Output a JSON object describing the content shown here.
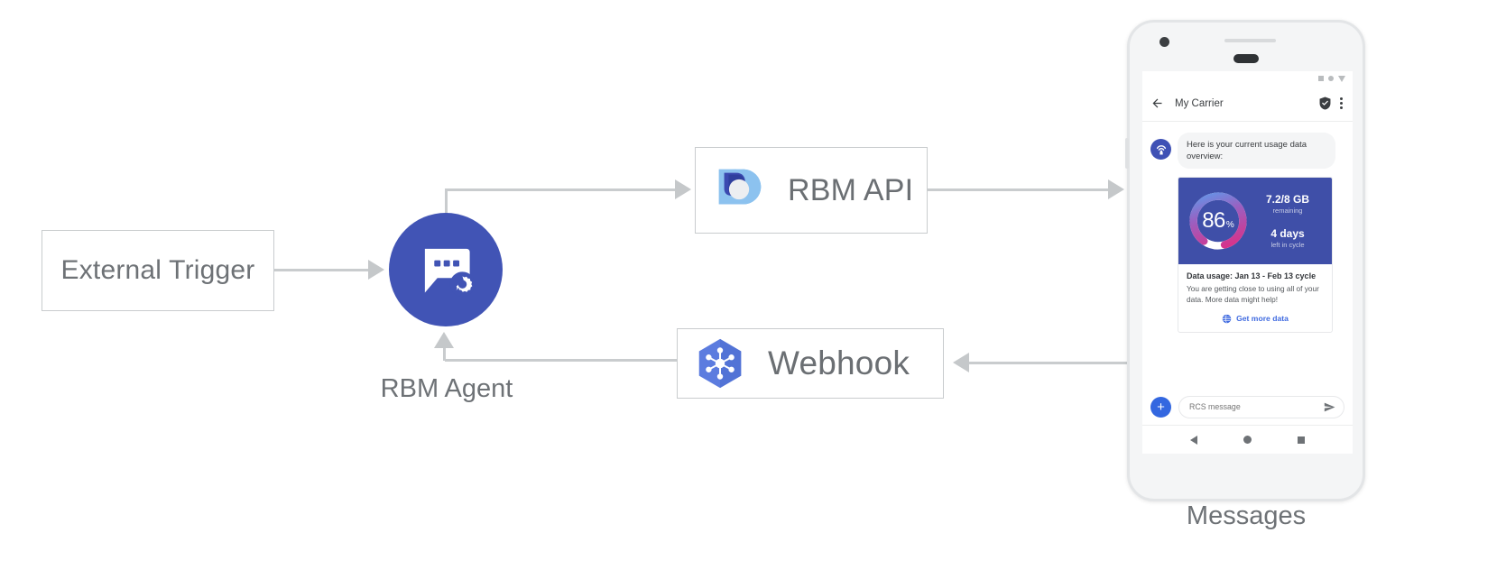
{
  "diagram": {
    "nodes": {
      "external_trigger": {
        "label": "External Trigger"
      },
      "rbm_agent": {
        "caption": "RBM Agent",
        "icon": "chat-gear-icon",
        "color": "#4154b5"
      },
      "rbm_api": {
        "label": "RBM API",
        "icon": "rbm-api-icon"
      },
      "webhook": {
        "label": "Webhook",
        "icon": "webhook-hexagon-icon"
      },
      "device": {
        "caption": "Messages"
      }
    },
    "edge_color": "#c9ccce"
  },
  "phone": {
    "status_bar": {
      "icons": [
        "square-icon",
        "circle-icon",
        "triangle-down-icon"
      ]
    },
    "app_bar": {
      "back_icon": "back-arrow-icon",
      "title": "My Carrier",
      "verified_icon": "verified-shield-icon",
      "overflow_icon": "overflow-menu-icon"
    },
    "conversation": {
      "avatar_icon": "cell-tower-icon",
      "intro_message": "Here is your current usage data overview:",
      "card": {
        "gauge": {
          "value": "86",
          "unit": "%",
          "percent": 86,
          "gradient_from": "#5b9ced",
          "gradient_mid": "#9b5fc0",
          "gradient_to": "#d6338b",
          "track_color": "#ffffff",
          "background": "#3f4fa8"
        },
        "stats": [
          {
            "primary": "7.2/8 GB",
            "secondary": "remaining"
          },
          {
            "primary": "4 days",
            "secondary": "left in cycle"
          }
        ],
        "title": "Data usage: Jan 13 - Feb 13 cycle",
        "description": "You are getting close to using all of your data. More data might help!",
        "action": {
          "icon": "globe-icon",
          "label": "Get more data",
          "color": "#3f6ae0"
        }
      }
    },
    "composer": {
      "attach_label": "+",
      "placeholder": "RCS message",
      "value": "",
      "send_icon": "send-icon"
    },
    "nav_bar": {
      "back": "nav-back-icon",
      "home": "nav-home-icon",
      "recents": "nav-recents-icon"
    }
  }
}
